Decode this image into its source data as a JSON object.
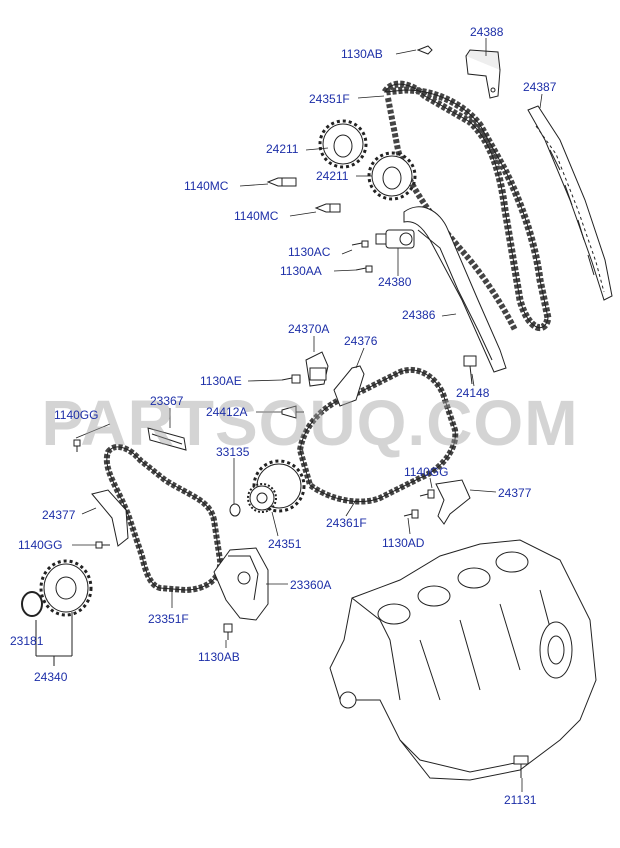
{
  "watermark": "PARTSOUQ.COM",
  "colors": {
    "label": "#1d2fa8",
    "line": "#222222",
    "watermark": "#a0a0a0"
  },
  "labels": {
    "p1130AB_top": "1130AB",
    "p24388": "24388",
    "p24351F": "24351F",
    "p24387": "24387",
    "p24211_a": "24211",
    "p24211_b": "24211",
    "p1140MC_a": "1140MC",
    "p1140MC_b": "1140MC",
    "p1130AC": "1130AC",
    "p1130AA": "1130AA",
    "p24380": "24380",
    "p24386": "24386",
    "p24370A": "24370A",
    "p24376": "24376",
    "p1130AE": "1130AE",
    "p24148": "24148",
    "p1140GG_a": "1140GG",
    "p23367": "23367",
    "p24412A": "24412A",
    "p33135": "33135",
    "p1140GG_b": "1140GG",
    "p24377_a": "24377",
    "p24377_b": "24377",
    "p24361F": "24361F",
    "p1130AD": "1130AD",
    "p24351": "24351",
    "p1140GG_c": "1140GG",
    "p23360A": "23360A",
    "p23351F": "23351F",
    "p23181": "23181",
    "p1130AB_bot": "1130AB",
    "p24340": "24340",
    "p21131": "21131"
  }
}
